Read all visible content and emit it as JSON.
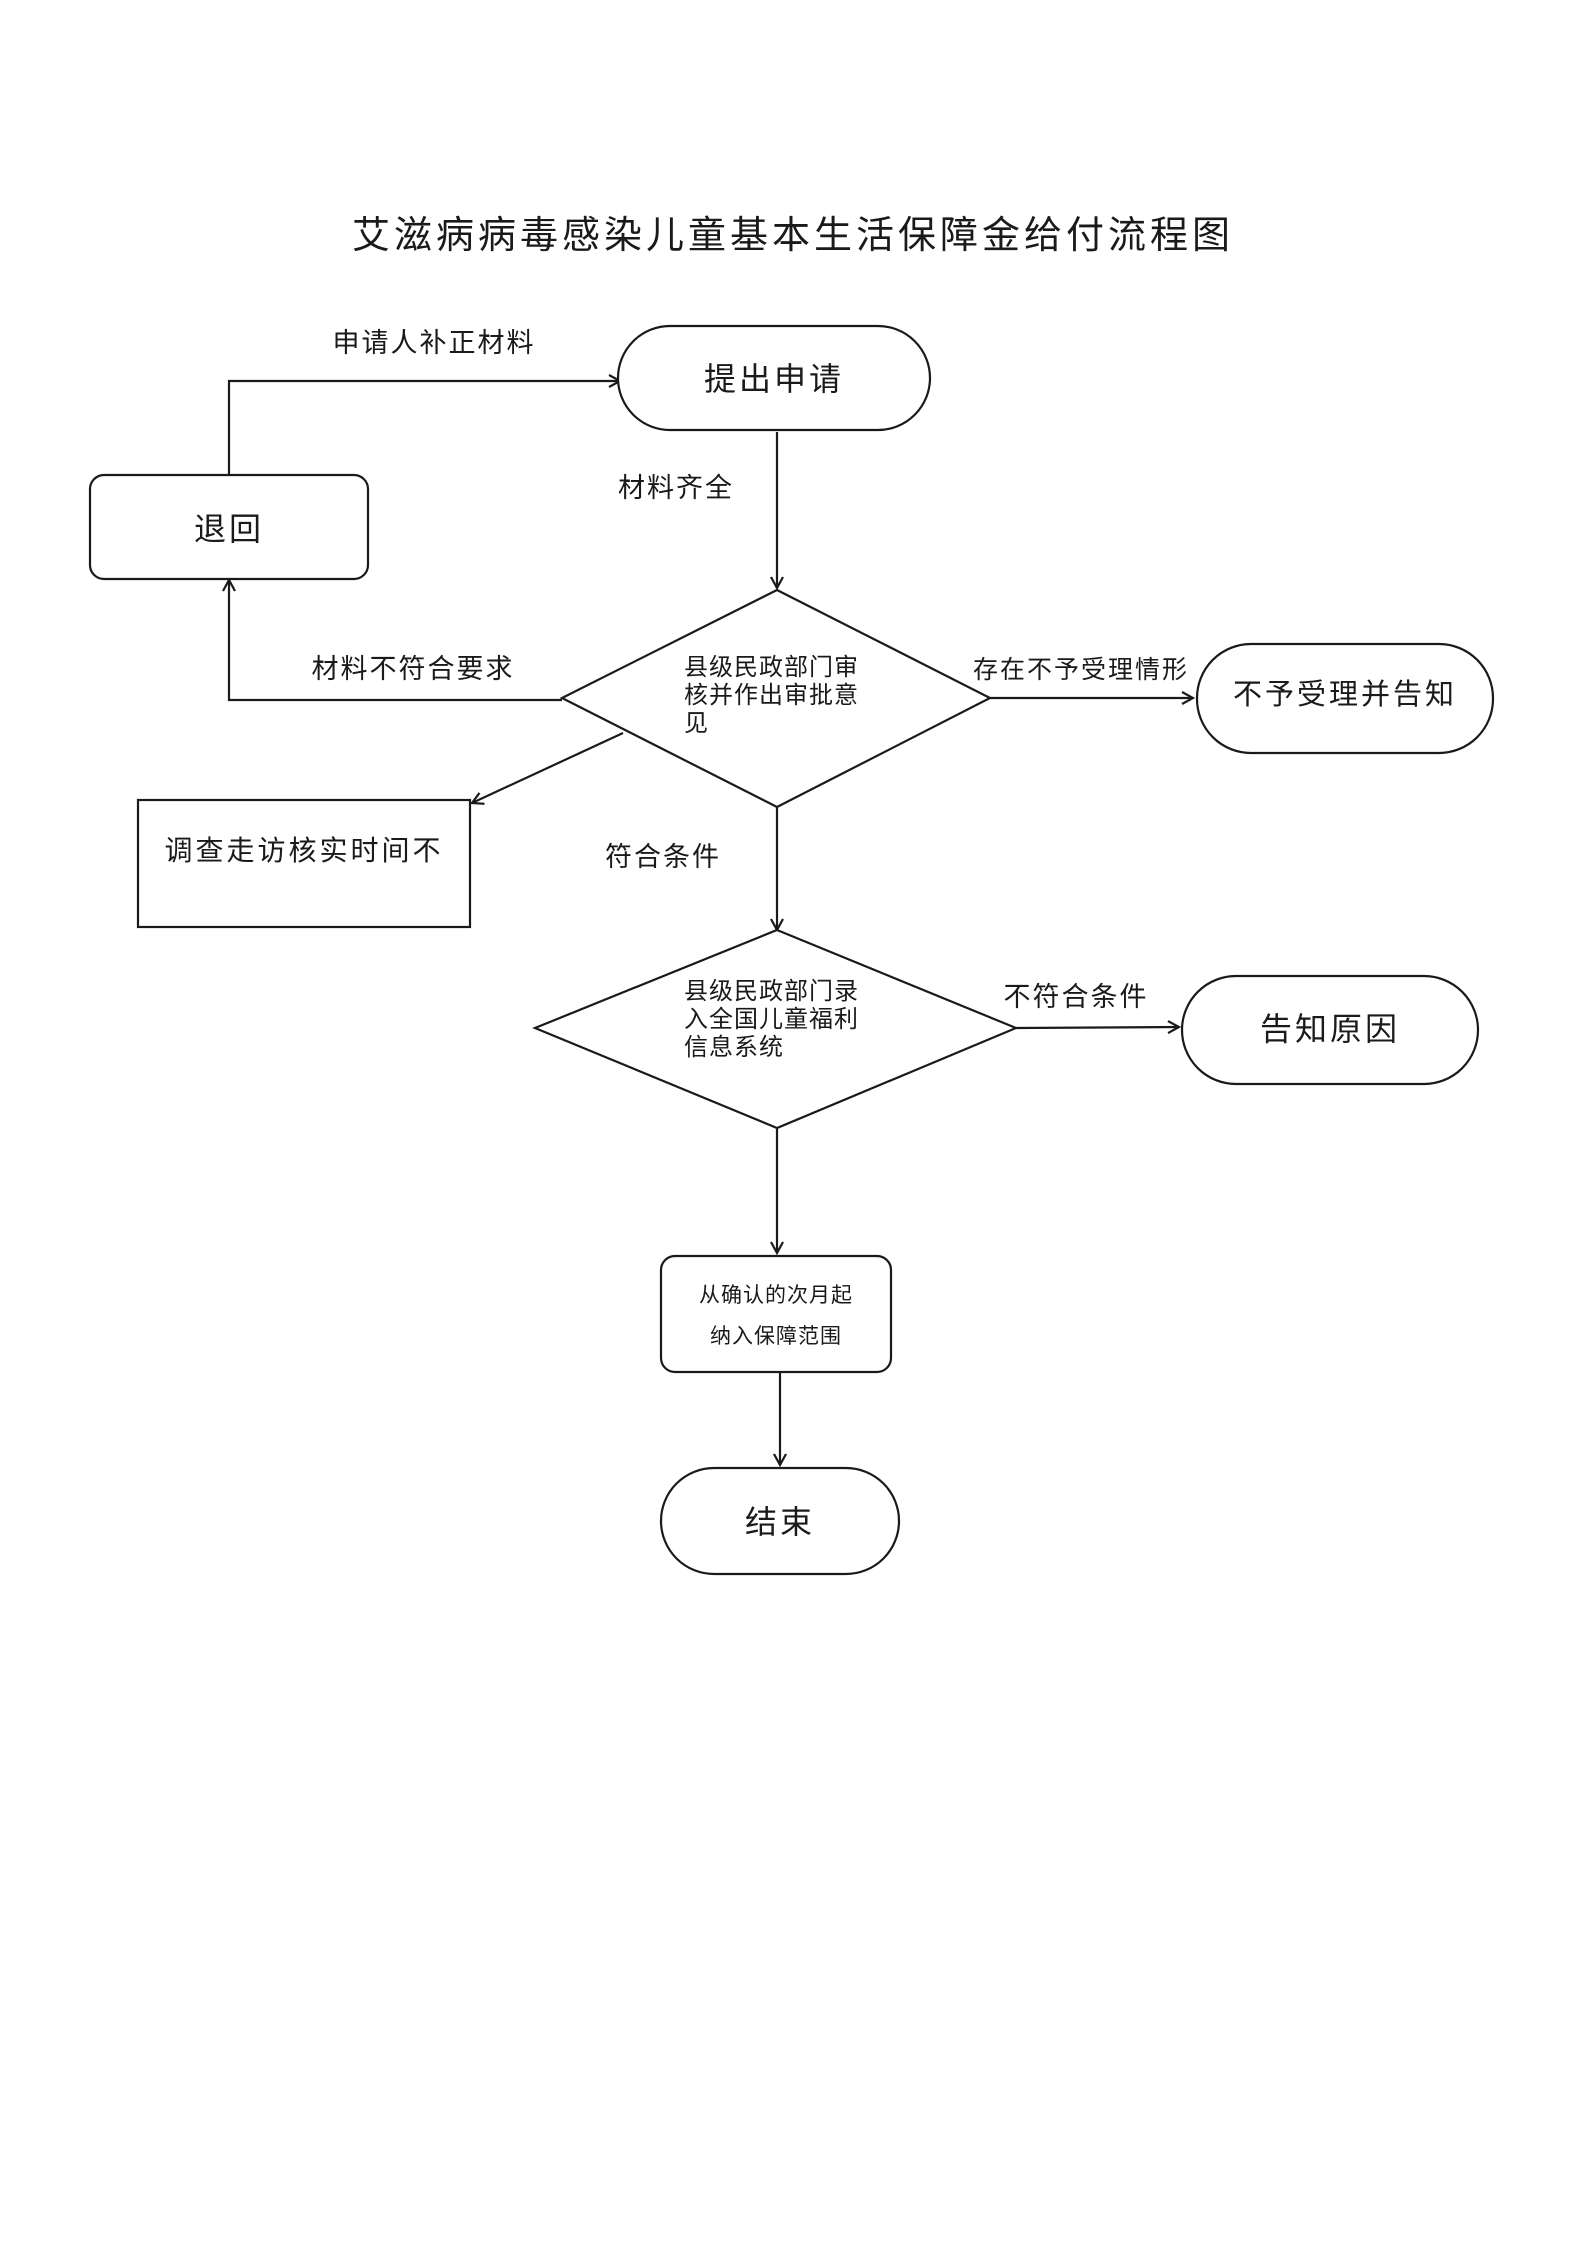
{
  "title": "艾滋病病毒感染儿童基本生活保障金给付流程图",
  "nodes": {
    "apply": "提出申请",
    "return": "退回",
    "review": [
      "县级民政部门审",
      "核并作出审批意",
      "见"
    ],
    "reject_notify": "不予受理并告知",
    "investigate": "调查走访核实时间不",
    "entry": [
      "县级民政部门录",
      "入全国儿童福利",
      "信息系统"
    ],
    "notify_reason": "告知原因",
    "include": [
      "从确认的次月起",
      "纳入保障范围"
    ],
    "end": "结束"
  },
  "edges": {
    "resubmit": "申请人补正材料",
    "complete": "材料齐全",
    "not_meet": "材料不符合要求",
    "reject_case": "存在不予受理情形",
    "qualified": "符合条件",
    "unqualified": "不符合条件"
  }
}
